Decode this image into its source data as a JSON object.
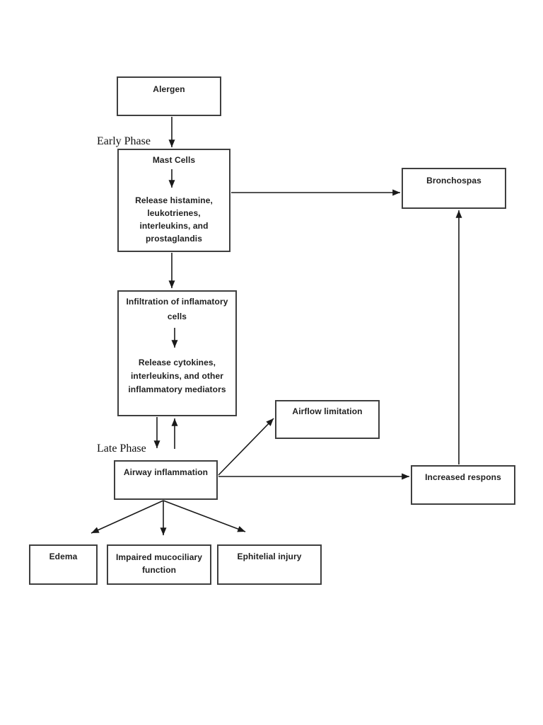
{
  "page": {
    "background_color": "#ffffff",
    "line_color": "#1a1a1a",
    "border_color": "#3f3f3f",
    "text_color": "#1f1f1f"
  },
  "labels": {
    "early_phase": "Early Phase",
    "late_phase": "Late Phase"
  },
  "nodes": {
    "alergen": {
      "title": "Alergen"
    },
    "mast_cells": {
      "title": "Mast Cells",
      "body": "Release histamine,\nleukotrienes,\ninterleukins, and\nprostaglandis"
    },
    "bronchospas": {
      "title": "Bronchospas"
    },
    "infiltration": {
      "title": "Infiltration of inflamatory\ncells",
      "body": "Release cytokines,\ninterleukins, and other\ninflammatory mediators"
    },
    "airway_inflammation": {
      "title": "Airway inflammation"
    },
    "airflow_limitation": {
      "title": "Airflow limitation"
    },
    "increased_respons": {
      "title": "Increased respons"
    },
    "edema": {
      "title": "Edema"
    },
    "impaired_mucociliary": {
      "title": "Impaired mucociliary\nfunction"
    },
    "ephitelial_injury": {
      "title": "Ephitelial injury"
    }
  },
  "edges": [
    {
      "from": "alergen",
      "to": "mast_cells"
    },
    {
      "from": "mast_cells.title",
      "to": "mast_cells.body",
      "internal": true
    },
    {
      "from": "mast_cells",
      "to": "bronchospas"
    },
    {
      "from": "mast_cells",
      "to": "infiltration"
    },
    {
      "from": "infiltration.title",
      "to": "infiltration.body",
      "internal": true
    },
    {
      "from": "infiltration",
      "to": "airway_inflammation"
    },
    {
      "from": "airway_inflammation",
      "to": "infiltration"
    },
    {
      "from": "airway_inflammation",
      "to": "airflow_limitation"
    },
    {
      "from": "airway_inflammation",
      "to": "increased_respons"
    },
    {
      "from": "increased_respons",
      "to": "bronchospas"
    },
    {
      "from": "airway_inflammation",
      "to": "edema"
    },
    {
      "from": "airway_inflammation",
      "to": "impaired_mucociliary"
    },
    {
      "from": "airway_inflammation",
      "to": "ephitelial_injury"
    }
  ]
}
